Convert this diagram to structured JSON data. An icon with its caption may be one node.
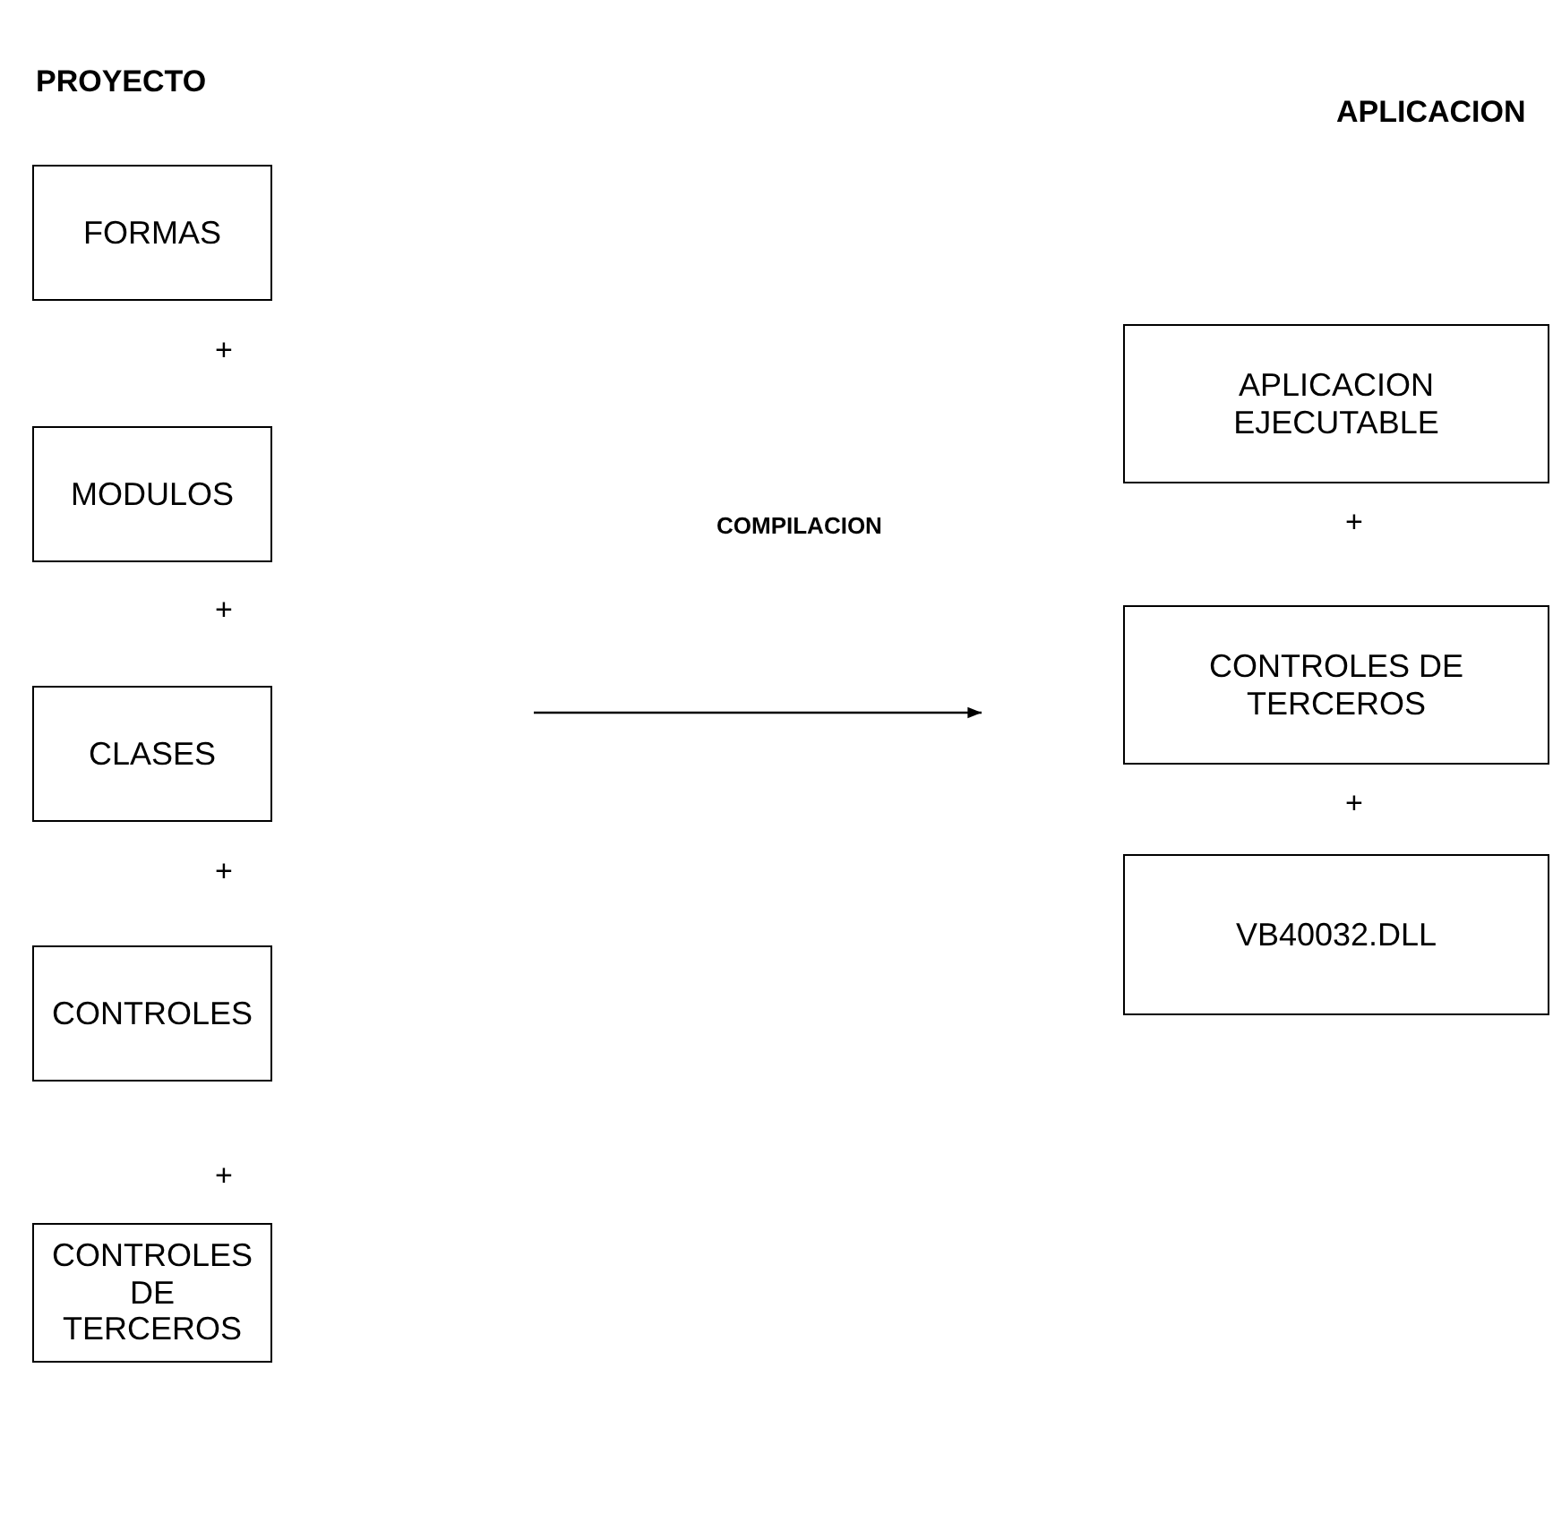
{
  "diagram": {
    "nodes": [
      {
        "text": [
          "FORMAS"
        ]
      },
      {
        "text": [
          "MODULOS"
        ]
      },
      {
        "text": [
          "CLASES"
        ]
      },
      {
        "text": [
          "CONTROLES"
        ]
      },
      {
        "text": [
          "CONTROLES DE TERCEROS"
        ]
      },
      {
        "text": [
          "APLICACION EJECUTABLE"
        ]
      },
      {
        "text": [
          "CONTROLES DE TERCEROS"
        ]
      },
      {
        "text": [
          "VB40032.DLL"
        ]
      }
    ],
    "labels": [
      "PROYECTO",
      "APLICACION",
      "+",
      "+",
      "COMPILACION",
      "+",
      "+",
      "+",
      "+"
    ]
  }
}
